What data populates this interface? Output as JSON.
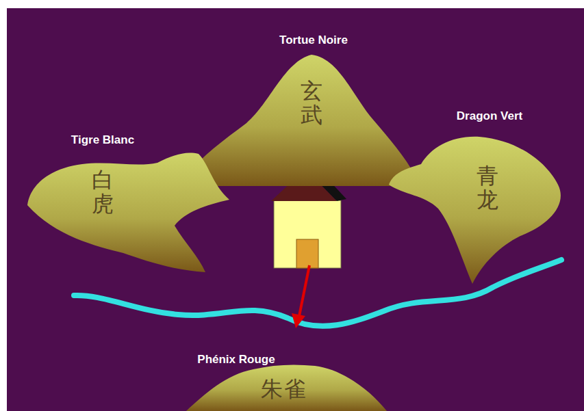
{
  "diagram": {
    "nodes": [
      {
        "text": [
          "Tortue Noire",
          "玄武"
        ]
      },
      {
        "text": [
          "Tigre Blanc",
          "白虎"
        ]
      },
      {
        "text": [
          "Dragon Vert",
          "青龙"
        ]
      },
      {
        "text": [
          "Phénix Rouge",
          "朱雀"
        ]
      }
    ]
  }
}
